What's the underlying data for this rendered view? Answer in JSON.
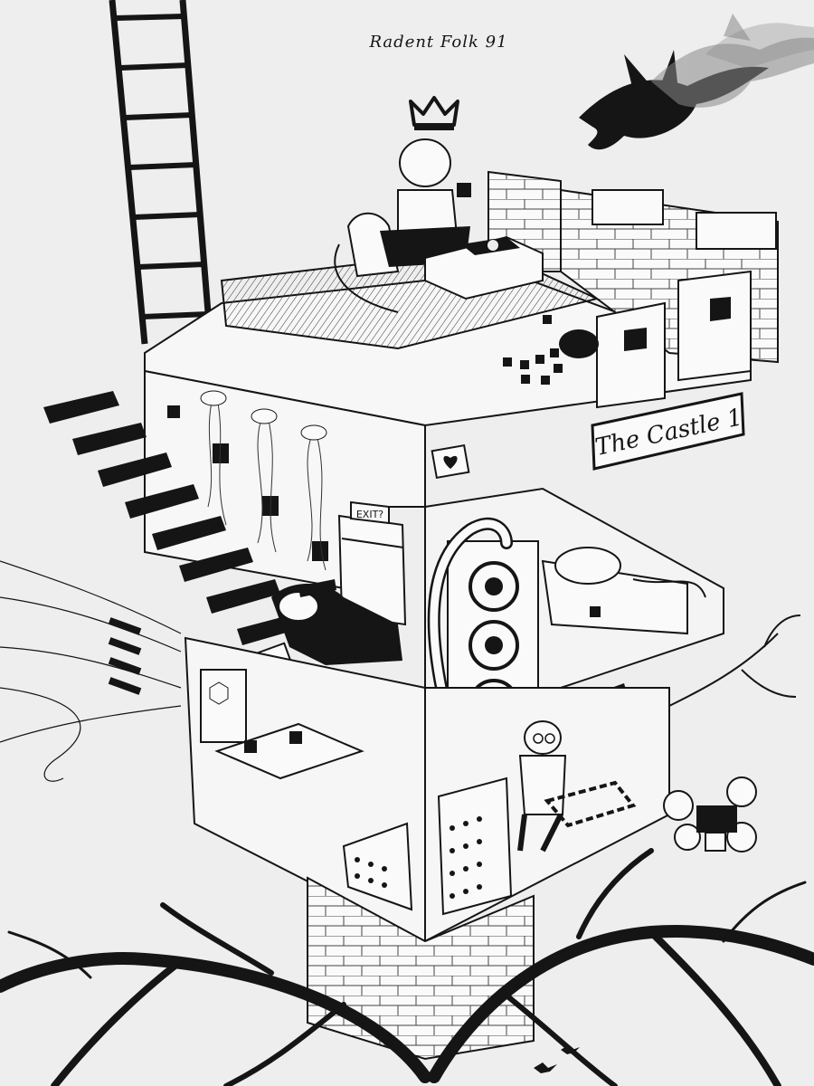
{
  "artwork": {
    "header_text": "Radent Folk 91",
    "sign_text": "The Castle 1",
    "exit_sign_text": "EXIT?"
  },
  "colors": {
    "paper": "#eeeeee",
    "ink": "#151515",
    "shadow_gray": "#8a8a8a",
    "mid_gray": "#bdbdbd",
    "light_fill": "#f7f7f7"
  },
  "icons": {
    "crown": "crown-icon",
    "crow": "crow-icon",
    "heart": "heart-icon",
    "arrow": "arrow-icon",
    "fan": "fan-icon",
    "ladder": "ladder-icon"
  }
}
